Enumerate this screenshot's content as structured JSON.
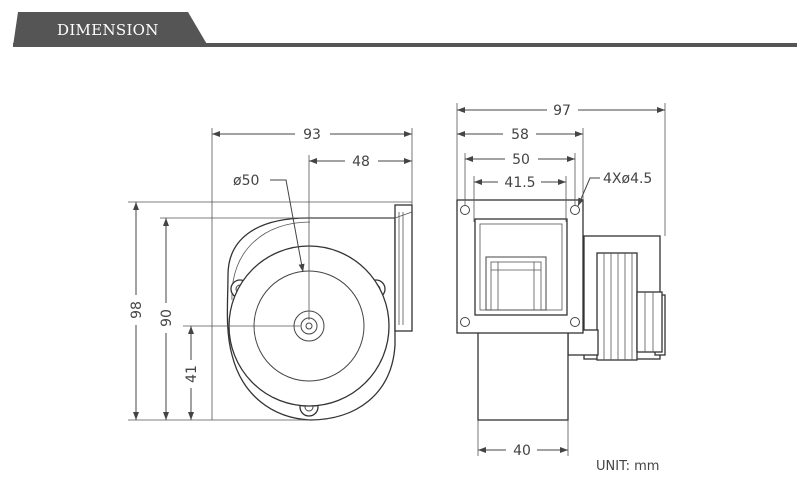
{
  "header": {
    "title": "DIMENSION",
    "accent_color": "#555555"
  },
  "front_view": {
    "dim_width": "93",
    "dim_center_offset": "48",
    "dim_outlet_dia": "ø50",
    "dim_height_total": "98",
    "dim_height_body": "90",
    "dim_center_height": "41"
  },
  "side_view": {
    "dim_width_total": "97",
    "dim_flange": "58",
    "dim_hole_spacing_a": "50",
    "dim_hole_spacing_b": "41.5",
    "dim_holes": "4Xø4.5",
    "dim_outlet_width": "40"
  },
  "footer": {
    "unit": "UNIT: mm"
  }
}
